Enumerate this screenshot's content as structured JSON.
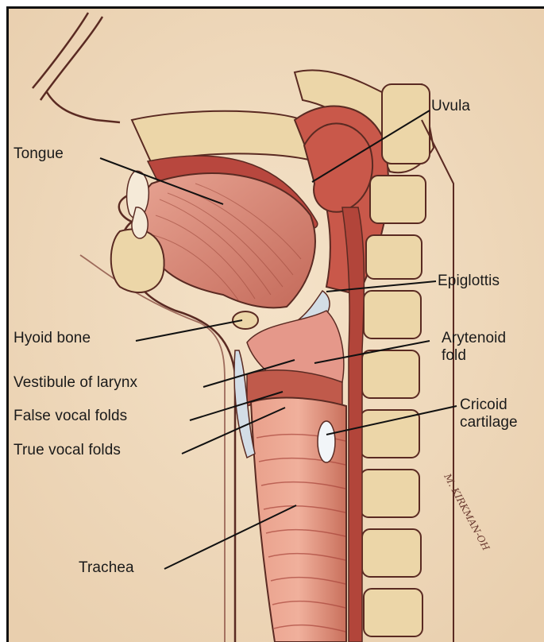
{
  "labels": {
    "tongue": "Tongue",
    "uvula": "Uvula",
    "epiglottis": "Epiglottis",
    "hyoid_bone": "Hyoid bone",
    "arytenoid_line1": "Arytenoid",
    "arytenoid_line2": "fold",
    "vestibule": "Vestibule of larynx",
    "false_folds": "False vocal folds",
    "cricoid_line1": "Cricoid",
    "cricoid_line2": "cartilage",
    "true_folds": "True vocal folds",
    "trachea": "Trachea"
  },
  "signature": "M. KIRKMAN-OH",
  "colors": {
    "background": "#f1dcc0",
    "tissue": "#d98a78",
    "tissue_dark": "#a9463c",
    "bone": "#ecd6a8",
    "outline": "#5a2a22",
    "leader": "#111111"
  }
}
